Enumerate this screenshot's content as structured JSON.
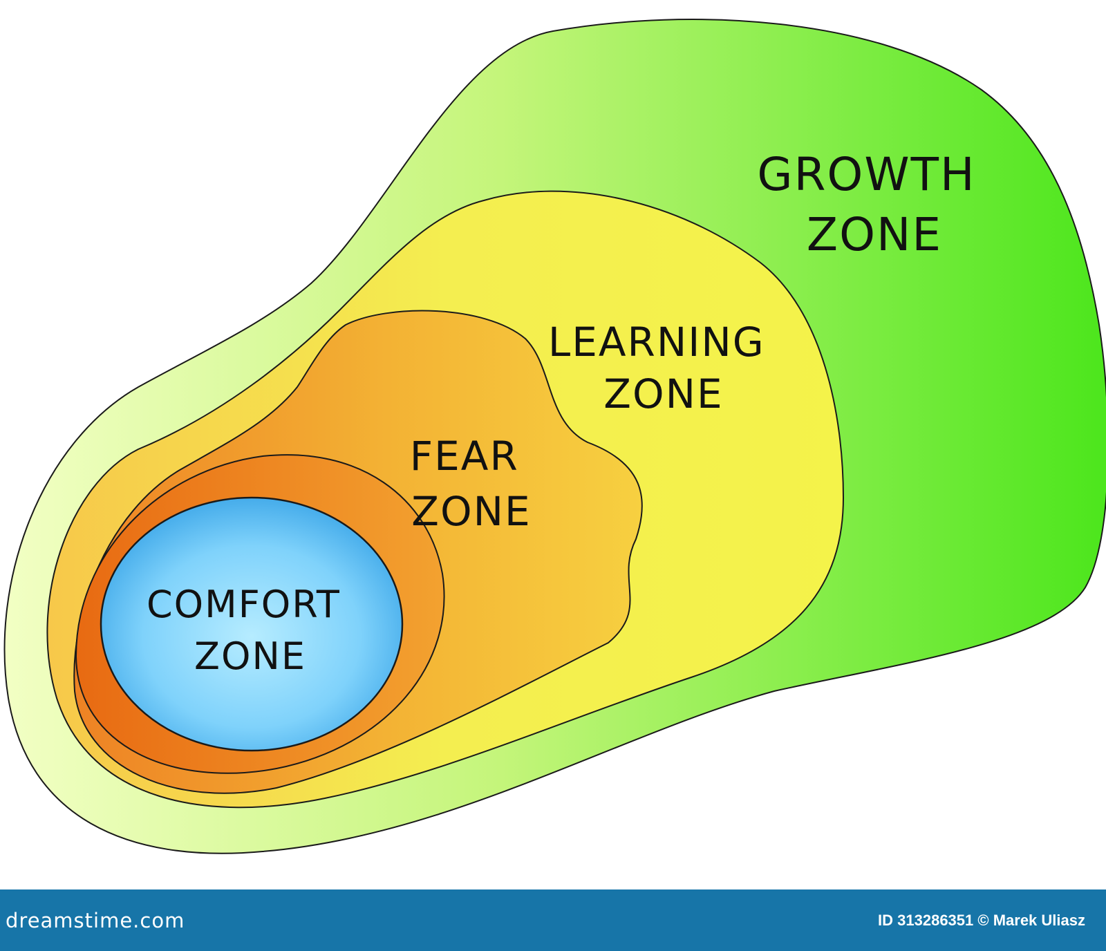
{
  "zones": [
    {
      "id": "growth",
      "line1": "GROWTH",
      "line2": "ZONE"
    },
    {
      "id": "learning",
      "line1": "LEARNING",
      "line2": "ZONE"
    },
    {
      "id": "fear",
      "line1": "FEAR",
      "line2": "ZONE"
    },
    {
      "id": "comfort",
      "line1": "COMFORT",
      "line2": "ZONE"
    }
  ],
  "colors": {
    "growth_light": "#eaffb0",
    "growth_dark": "#4ce61c",
    "learning_light": "#f5ee5a",
    "learning_dark": "#f0f542",
    "fear_light": "#f6c838",
    "fear_dark": "#ea7a1e",
    "comfort_light": "#a8e6ff",
    "comfort_dark": "#3aa8e8",
    "footer": "#1775a8"
  },
  "footer": {
    "brand": "dreamstime.com",
    "credit": "ID 313286351 © Marek Uliasz"
  }
}
